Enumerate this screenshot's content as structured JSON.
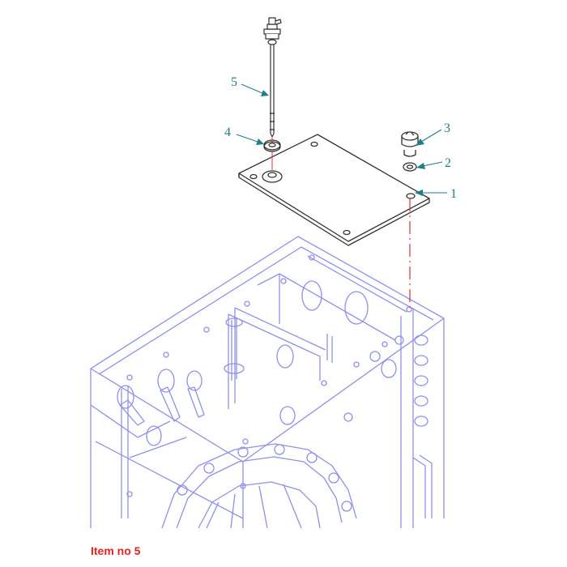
{
  "colors": {
    "housing": "#8f8fef",
    "housing_dark": "#6a6ad8",
    "parts": "#333333",
    "callout": "#1f7f86",
    "centerline": "#e0303a",
    "caption": "#e8231f"
  },
  "callouts": [
    {
      "id": "1",
      "label": "1"
    },
    {
      "id": "2",
      "label": "2"
    },
    {
      "id": "3",
      "label": "3"
    },
    {
      "id": "4",
      "label": "4"
    },
    {
      "id": "5",
      "label": "5"
    }
  ],
  "caption": {
    "text": "Item no 5"
  }
}
